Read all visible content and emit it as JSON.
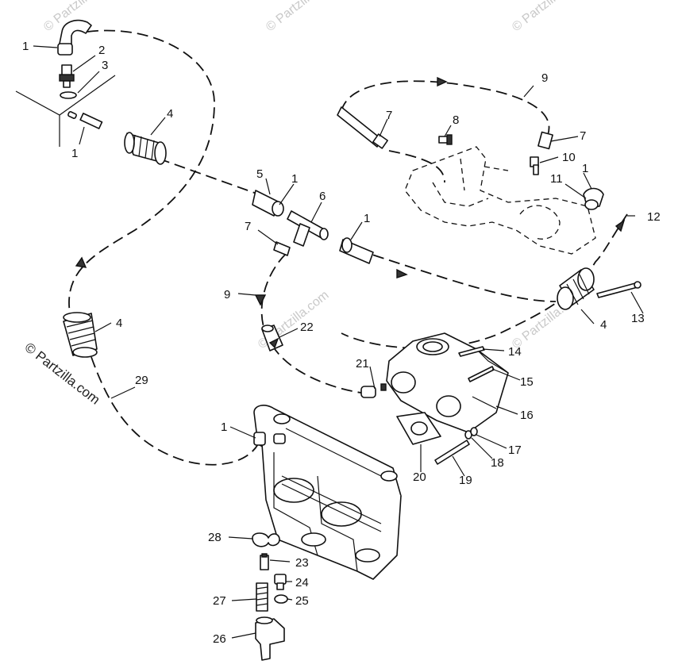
{
  "watermark": {
    "top_text": "© Partzilla.com",
    "side_text": "© Partzilla.com"
  },
  "callouts": {
    "c1a": "1",
    "c2": "2",
    "c3": "3",
    "c1b": "1",
    "c4a": "4",
    "c5": "5",
    "c1c": "1",
    "c6": "6",
    "c7a": "7",
    "c1d": "1",
    "c9a": "9",
    "c7b": "7",
    "c8": "8",
    "c7c": "7",
    "c10": "10",
    "c11": "11",
    "c1e": "1",
    "c12": "12",
    "c9b": "9",
    "c4b": "4",
    "c13": "13",
    "c4c": "4",
    "c22": "22",
    "c14": "14",
    "c21": "21",
    "c15": "15",
    "c29": "29",
    "c16": "16",
    "c1f": "1",
    "c17": "17",
    "c18": "18",
    "c19": "19",
    "c20": "20",
    "c28": "28",
    "c23": "23",
    "c24": "24",
    "c25": "25",
    "c27": "27",
    "c26": "26"
  }
}
